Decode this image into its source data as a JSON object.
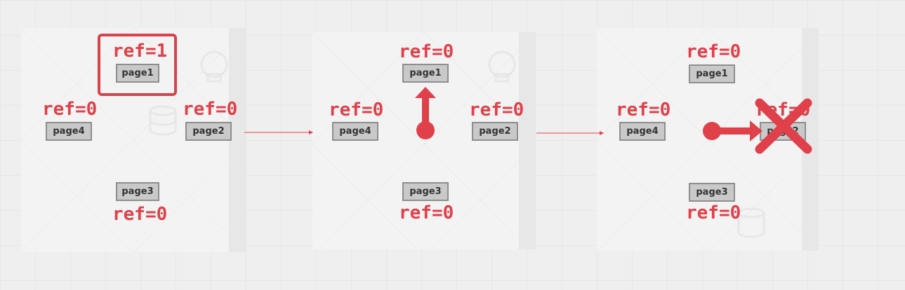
{
  "stages": [
    {
      "pages": {
        "page1": {
          "label": "page1",
          "ref": "ref=1"
        },
        "page2": {
          "label": "page2",
          "ref": "ref=0"
        },
        "page3": {
          "label": "page3",
          "ref": "ref=0"
        },
        "page4": {
          "label": "page4",
          "ref": "ref=0"
        }
      }
    },
    {
      "pages": {
        "page1": {
          "label": "page1",
          "ref": "ref=0"
        },
        "page2": {
          "label": "page2",
          "ref": "ref=0"
        },
        "page3": {
          "label": "page3",
          "ref": "ref=0"
        },
        "page4": {
          "label": "page4",
          "ref": "ref=0"
        }
      }
    },
    {
      "pages": {
        "page1": {
          "label": "page1",
          "ref": "ref=0"
        },
        "page2": {
          "label": "page2",
          "ref": "ref=0"
        },
        "page3": {
          "label": "page3",
          "ref": "ref=0"
        },
        "page4": {
          "label": "page4",
          "ref": "ref=0"
        }
      }
    }
  ],
  "colors": {
    "accent": "#e0404a",
    "page_fill": "#c9c9c9",
    "page_border": "#8e8e8e"
  },
  "icons": [
    "skull-icon",
    "database-icon",
    "clock-hand-icon",
    "cross-icon",
    "arrow-right-icon"
  ]
}
